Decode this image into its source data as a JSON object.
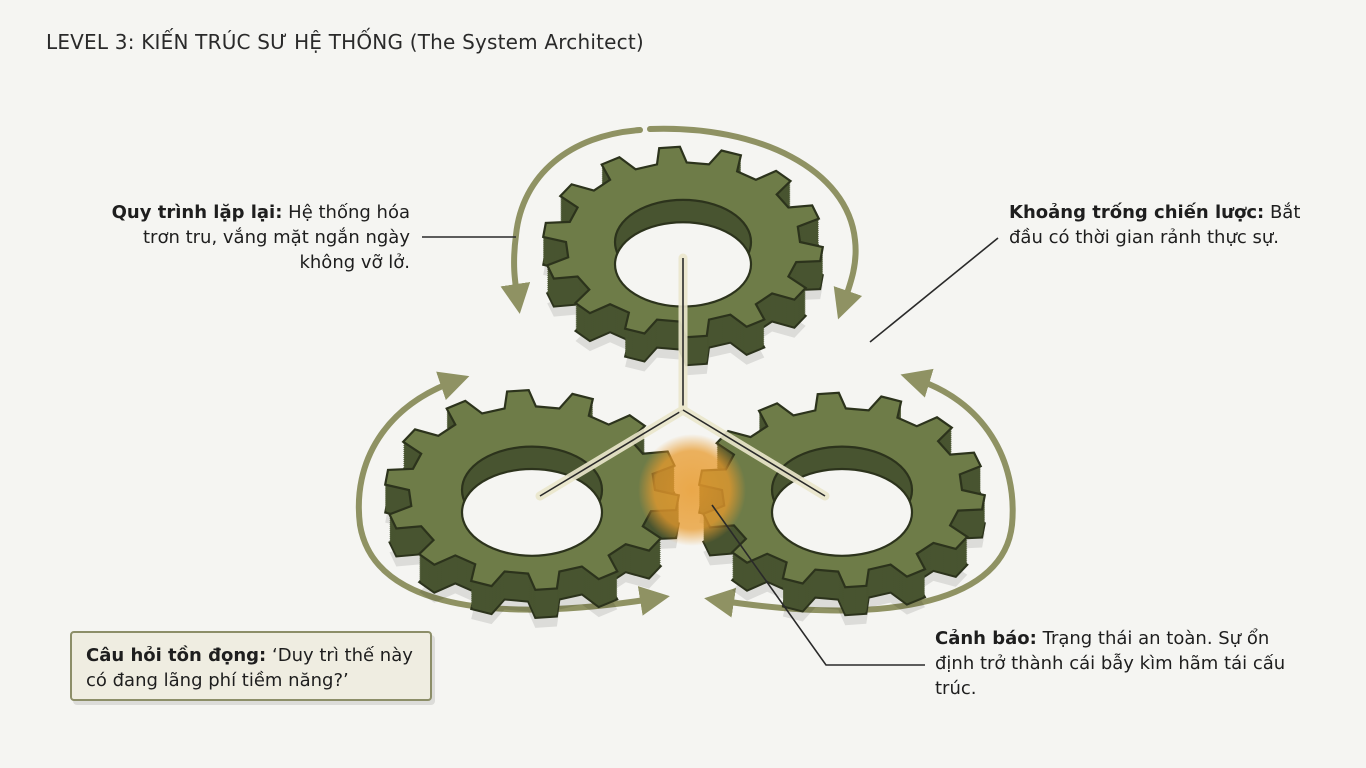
{
  "title": "LEVEL 3: KIẾN TRÚC SƯ HỆ THỐNG (The System Architect)",
  "colors": {
    "gear_top": "#6e7c48",
    "gear_side": "#485430",
    "gear_outline": "#2c331c",
    "arrow": "#8f9263",
    "highlight": "#e89a2c",
    "box_border": "#8c8e68",
    "box_fill": "#efede1"
  },
  "gears": [
    {
      "name": "top-gear"
    },
    {
      "name": "left-gear"
    },
    {
      "name": "right-gear"
    }
  ],
  "notes": {
    "process": {
      "title": "Quy trình lặp lại:",
      "text": "Hệ thống hóa trơn tru, vắng mặt ngắn ngày không vỡ lở."
    },
    "space": {
      "title": "Khoảng trống chiến lược:",
      "text": "Bắt đầu có thời gian rảnh thực sự."
    },
    "warning": {
      "title": "Cảnh báo:",
      "text": "Trạng thái an toàn. Sự ổn định trở thành cái bẫy kìm hãm tái cấu trúc."
    },
    "question": {
      "title": "Câu hỏi tồn đọng:",
      "text": "‘Duy trì thế này có đang lãng phí tiềm năng?’"
    }
  }
}
